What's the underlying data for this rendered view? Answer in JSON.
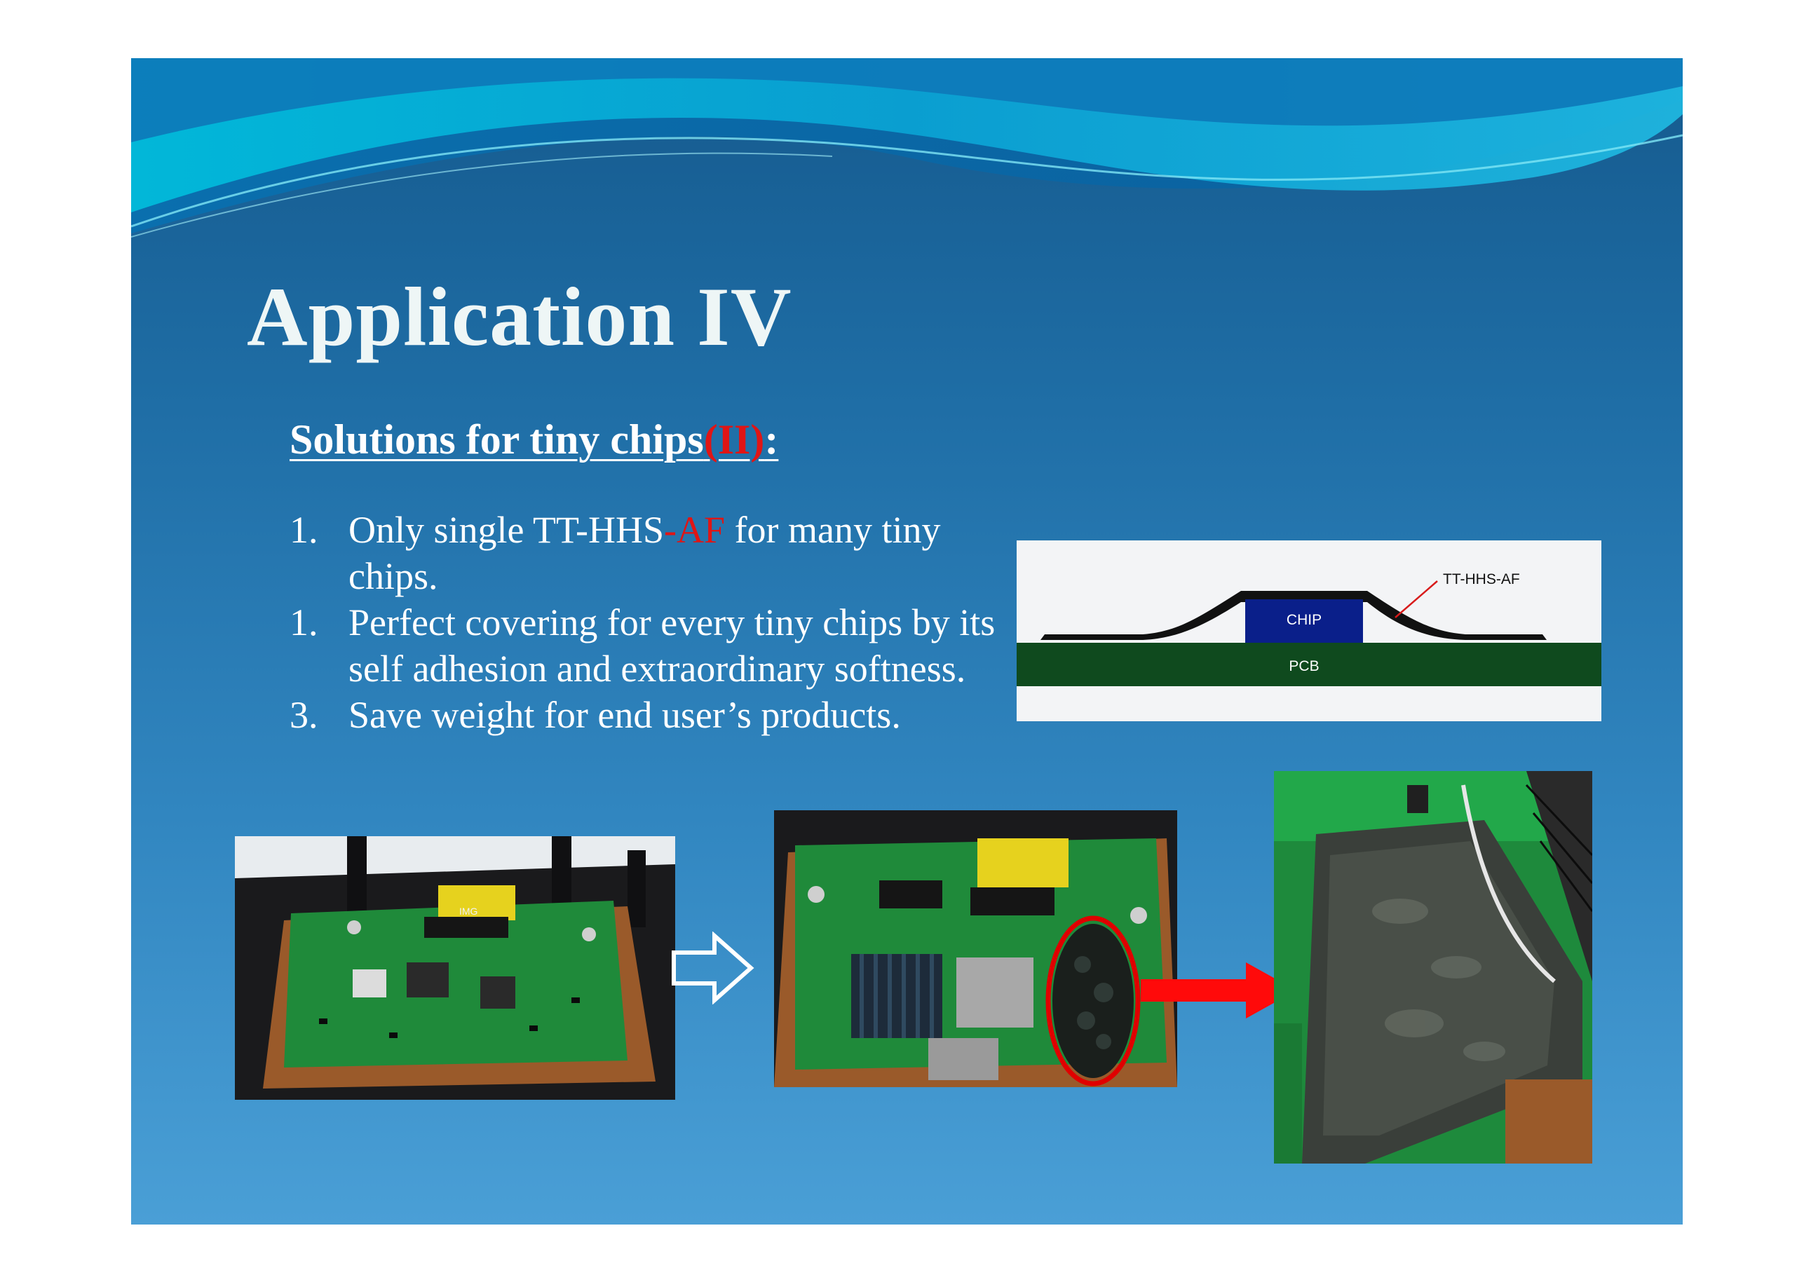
{
  "slide": {
    "title": "Application IV",
    "subtitle": {
      "pre": "Solutions for tiny chips",
      "accent": "(II)",
      "post": ":"
    },
    "items": [
      {
        "num": "1.",
        "pre": "Only single TT-HHS",
        "accent": "-AF",
        "post": " for  many tiny chips."
      },
      {
        "num": "1.",
        "text": "Perfect covering for every tiny chips by its self adhesion and extraordinary softness."
      },
      {
        "num": "3.",
        "text": "Save weight for end user’s products."
      }
    ]
  },
  "diagram": {
    "chip_label": "CHIP",
    "pcb_label": "PCB",
    "material_label": "TT-HHS-AF",
    "colors": {
      "pcb": "#0f4a1e",
      "chip": "#0a1f8a",
      "film": "#111111",
      "leader": "#d81b1b"
    }
  },
  "photos": {
    "before_label": "IMG",
    "colors": {
      "arrow_hollow": "#ffffff",
      "arrow_red": "#ff0a0a",
      "highlight_ring": "#e00000"
    }
  }
}
